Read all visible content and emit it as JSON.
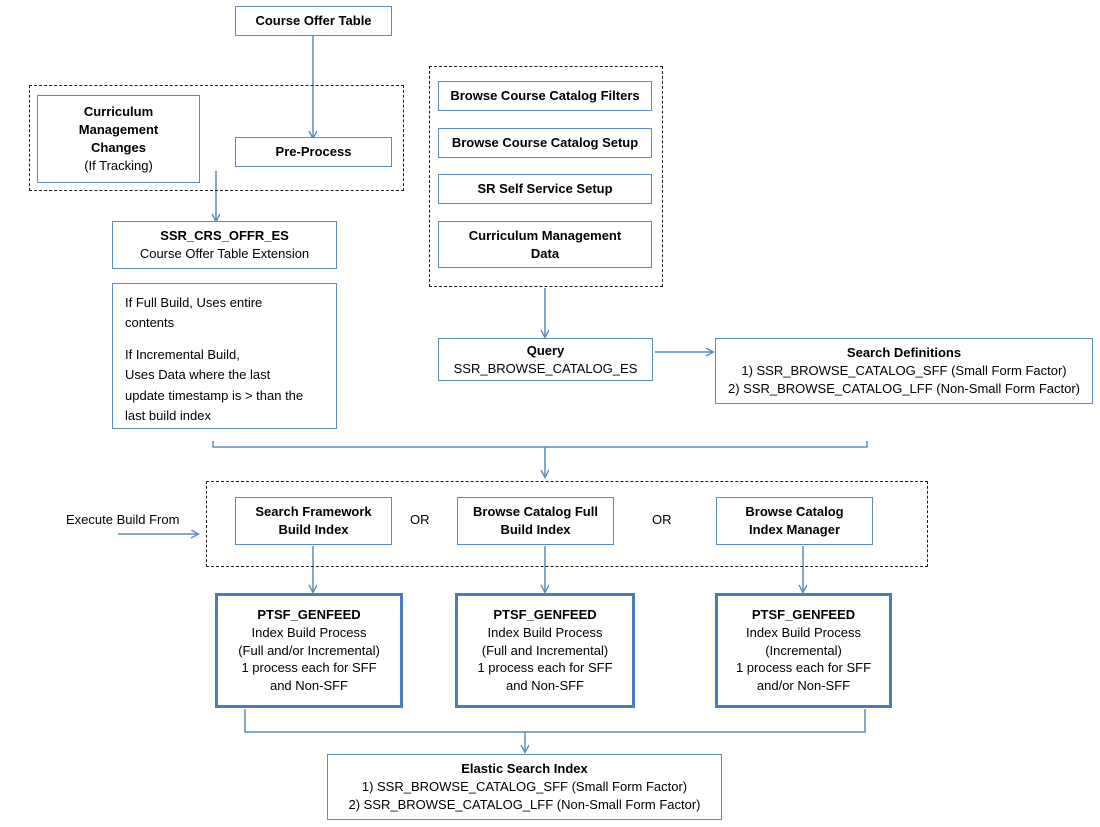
{
  "diagram": {
    "title": "PeopleSoft Browse Course Catalog Elastic Search Index Build Flow",
    "colors": {
      "box_border": "#5b8db8",
      "thick_box_border": "#4a7ebb",
      "group_border": "#1b1b1b",
      "connector": "#5b8db8",
      "background": "#ffffff",
      "text": "#000000"
    }
  },
  "nodes": {
    "course_offer_table": {
      "title": "Course Offer Table"
    },
    "curriculum_management_changes": {
      "line1": "Curriculum",
      "line2": "Management",
      "line3": "Changes",
      "line4": "(If Tracking)"
    },
    "pre_process": {
      "title": "Pre-Process"
    },
    "browse_course_catalog_filters": {
      "title": "Browse Course Catalog Filters"
    },
    "browse_course_catalog_setup": {
      "title": "Browse Course Catalog Setup"
    },
    "sr_self_service_setup": {
      "title": "SR Self Service Setup"
    },
    "curriculum_management_data": {
      "line1": "Curriculum Management",
      "line2": "Data"
    },
    "ssr_crs_offr_es": {
      "title": "SSR_CRS_OFFR_ES",
      "subtitle": "Course Offer Table Extension"
    },
    "build_note": {
      "l1": "If Full Build, Uses entire",
      "l2": "contents",
      "l3": "If Incremental Build,",
      "l4": "Uses Data where the last",
      "l5": "update timestamp is > than the",
      "l6": "last build index"
    },
    "query": {
      "title": "Query",
      "subtitle": "SSR_BROWSE_CATALOG_ES"
    },
    "search_definitions": {
      "title": "Search Definitions",
      "item1": "1) SSR_BROWSE_CATALOG_SFF  (Small Form Factor)",
      "item2": "2) SSR_BROWSE_CATALOG_LFF  (Non-Small Form Factor)"
    },
    "search_framework_build_index": {
      "line1": "Search Framework",
      "line2": "Build Index"
    },
    "browse_catalog_full_build_index": {
      "line1": "Browse Catalog  Full",
      "line2": "Build Index"
    },
    "browse_catalog_index_manager": {
      "line1": "Browse Catalog",
      "line2": "Index Manager"
    },
    "genfeed_left": {
      "title": "PTSF_GENFEED",
      "l2": "Index Build Process",
      "l3": "(Full and/or Incremental)",
      "l4": "1 process each for SFF",
      "l5": "and Non-SFF"
    },
    "genfeed_middle": {
      "title": "PTSF_GENFEED",
      "l2": "Index Build Process",
      "l3": "(Full and Incremental)",
      "l4": "1 process each for SFF",
      "l5": "and Non-SFF"
    },
    "genfeed_right": {
      "title": "PTSF_GENFEED",
      "l2": "Index Build Process",
      "l3": "(Incremental)",
      "l4": "1 process each for SFF",
      "l5": "and/or Non-SFF"
    },
    "elastic_search_index": {
      "title": "Elastic Search Index",
      "item1": "1) SSR_BROWSE_CATALOG_SFF  (Small Form Factor)",
      "item2": "2) SSR_BROWSE_CATALOG_LFF  (Non-Small Form Factor)"
    }
  },
  "labels": {
    "or_first": "OR",
    "or_second": "OR",
    "execute_build_from": "Execute Build From"
  }
}
